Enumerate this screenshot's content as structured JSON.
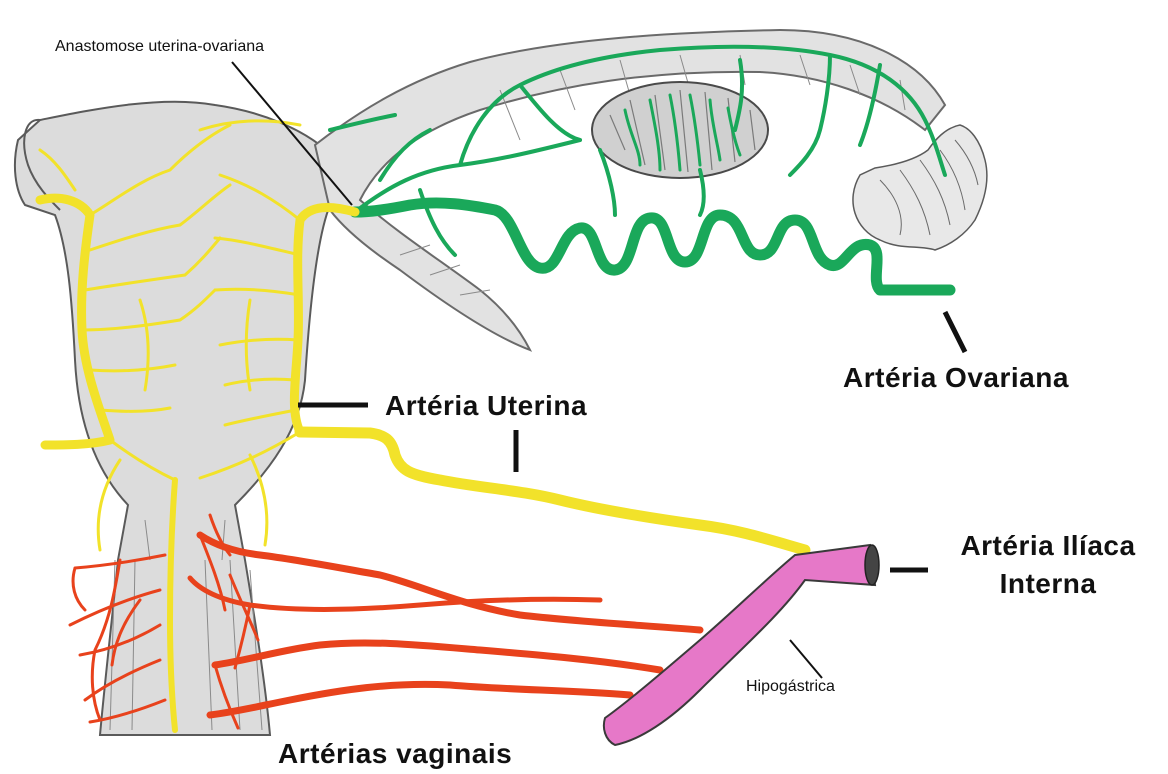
{
  "labels": {
    "anastomose": "Anastomose uterina-ovariana",
    "arteria_ovariana": "Artéria Ovariana",
    "arteria_uterina": "Artéria Uterina",
    "arteria_iliaca_line1": "Artéria Ilíaca",
    "arteria_iliaca_line2": "Interna",
    "hipogastrica": "Hipogástrica",
    "arterias_vaginais": "Artérias vaginais"
  },
  "colors": {
    "ovarian": "#1aa85a",
    "uterine": "#f2e22a",
    "vaginal": "#e8421c",
    "iliac": "#e678c8",
    "tissue": "#d4d4d4",
    "tissue_line": "#5a5a5a"
  }
}
